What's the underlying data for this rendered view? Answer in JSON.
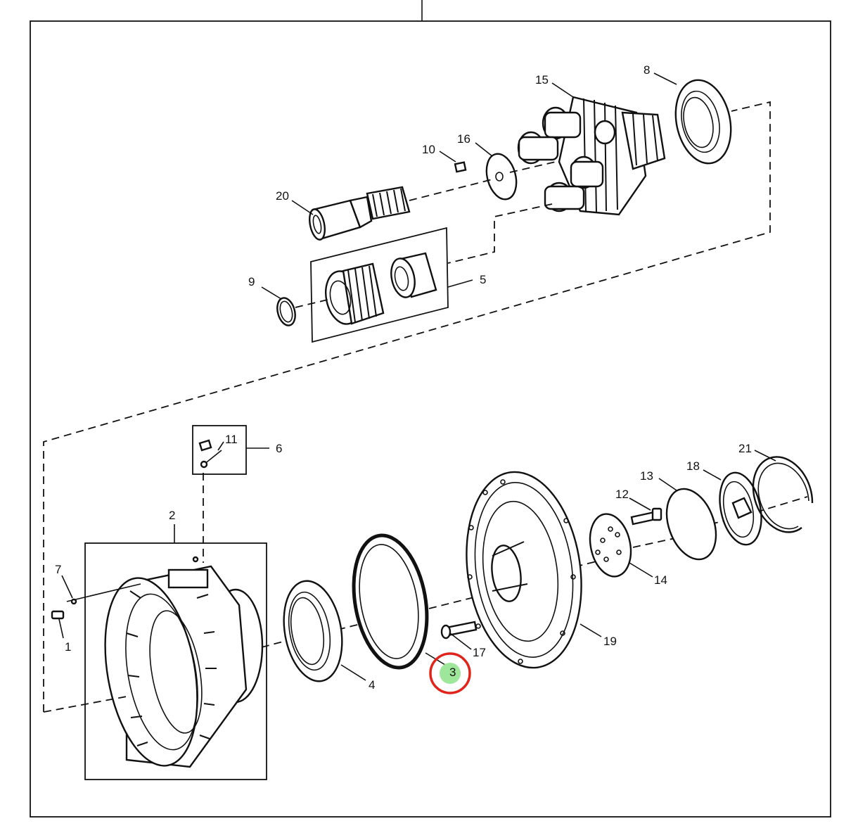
{
  "diagram": {
    "callouts": {
      "c1": "1",
      "c2": "2",
      "c3": "3",
      "c4": "4",
      "c5": "5",
      "c6": "6",
      "c7": "7",
      "c8": "8",
      "c9": "9",
      "c10": "10",
      "c11": "11",
      "c12": "12",
      "c13": "13",
      "c14": "14",
      "c15": "15",
      "c16": "16",
      "c17": "17",
      "c18": "18",
      "c19": "19",
      "c20": "20",
      "c21": "21"
    },
    "highlight": {
      "ring_color": "#e0241b",
      "fill_color": "#9ee69a"
    },
    "colors": {
      "line": "#111111",
      "background": "#ffffff"
    }
  }
}
